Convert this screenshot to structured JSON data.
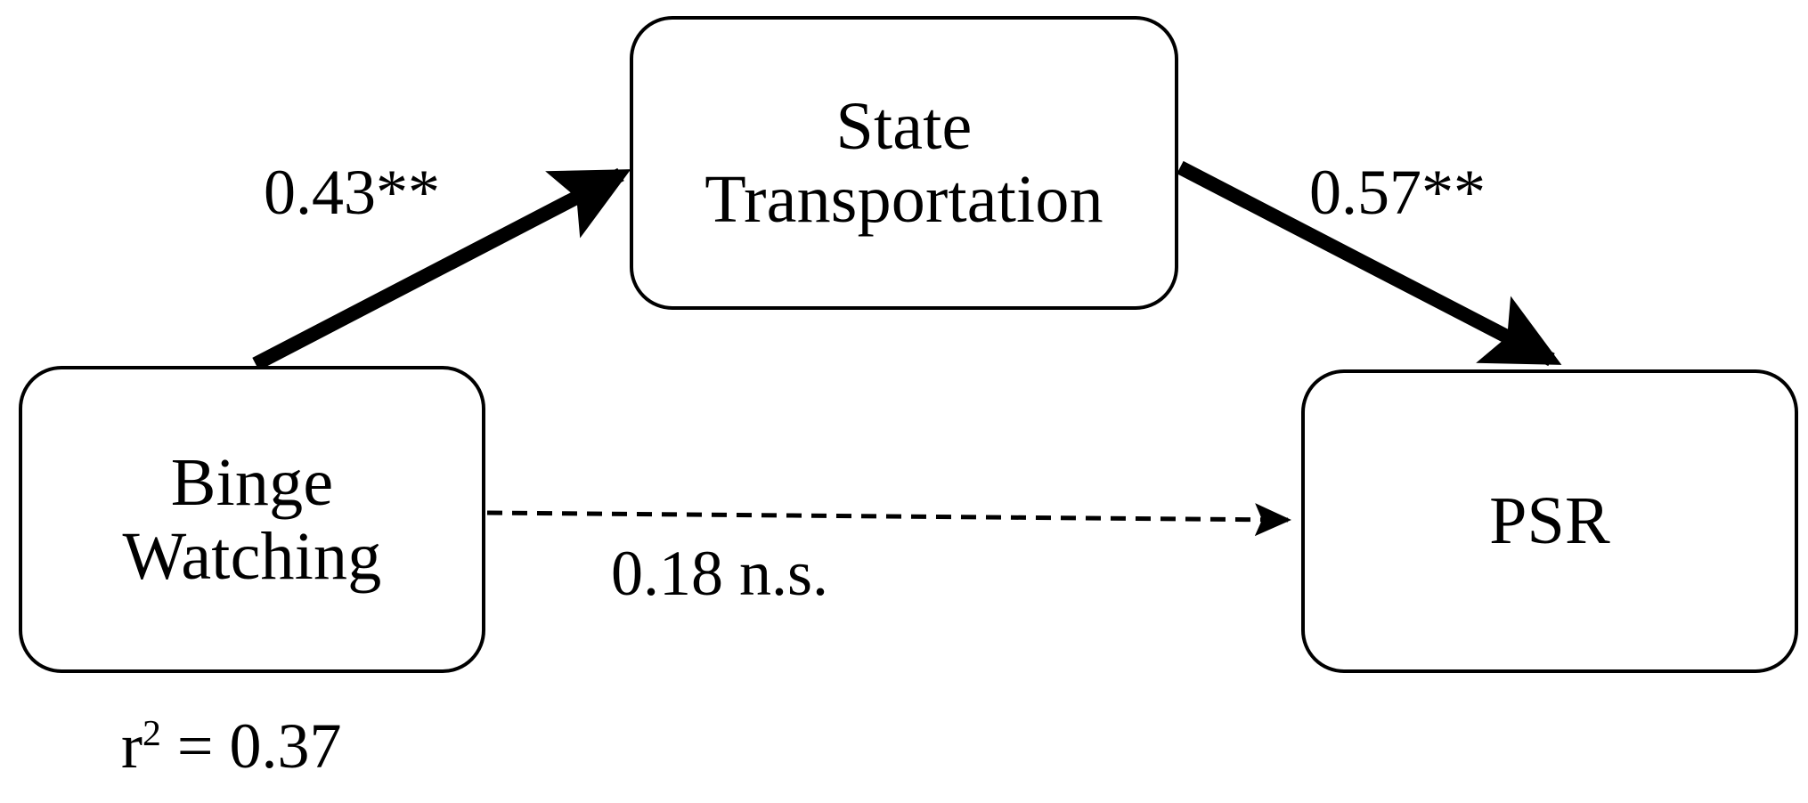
{
  "diagram": {
    "type": "mediation-path-model",
    "background_color": "#ffffff",
    "stroke_color": "#000000",
    "nodes": [
      {
        "id": "state-transportation",
        "label": "State\nTransportation",
        "shape": "rounded-rectangle"
      },
      {
        "id": "binge-watching",
        "label": "Binge\nWatching",
        "shape": "rounded-rectangle"
      },
      {
        "id": "psr",
        "label": "PSR",
        "shape": "rounded-rectangle"
      }
    ],
    "edges": [
      {
        "id": "a-path",
        "from": "binge-watching",
        "to": "state-transportation",
        "label": "0.43**",
        "coefficient": 0.43,
        "significance": "**",
        "style": "solid-bold",
        "significant": true
      },
      {
        "id": "b-path",
        "from": "state-transportation",
        "to": "psr",
        "label": "0.57**",
        "coefficient": 0.57,
        "significance": "**",
        "style": "solid-bold",
        "significant": true
      },
      {
        "id": "c-path-direct",
        "from": "binge-watching",
        "to": "psr",
        "label": "0.18 n.s.",
        "coefficient": 0.18,
        "significance": "n.s.",
        "style": "dashed-thin",
        "significant": false
      }
    ],
    "annotations": [
      {
        "id": "r-squared",
        "symbol": "r",
        "exponent": "2",
        "equals": " = ",
        "value": "0.37",
        "full_text": "r2 = 0.37"
      }
    ]
  }
}
